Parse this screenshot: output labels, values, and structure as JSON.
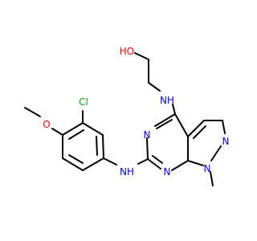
{
  "colors": {
    "N": "#0000ff",
    "O": "#ff0000",
    "Cl": "#00aa00",
    "bond": "#000000",
    "background": "#ffffff"
  },
  "atoms": {
    "o_hydroxyl": "HO",
    "n_amino_top": "NH",
    "n_pyrimidine_left": "N",
    "n_pyrimidine_bottom": "N",
    "n_pyrazole_right": "N",
    "n_pyrazole_methyl": "N",
    "n_amino_bottom": "NH",
    "cl": "Cl",
    "o_methoxy": "O"
  }
}
